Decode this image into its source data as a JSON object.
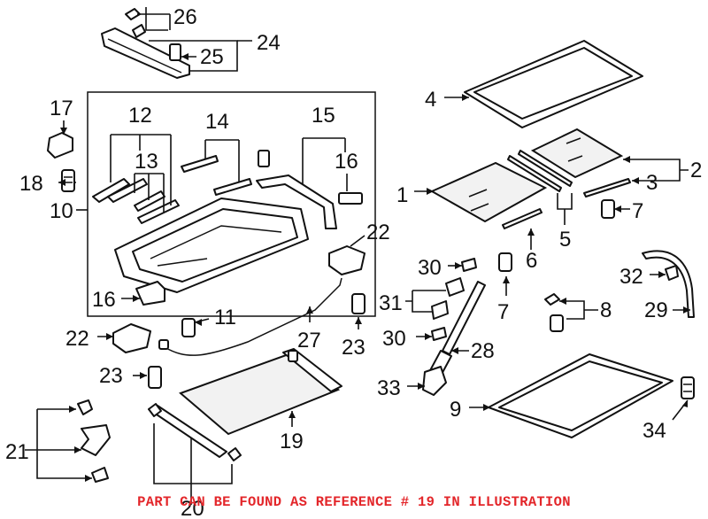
{
  "callouts": {
    "c1": "1",
    "c2": "2",
    "c3": "3",
    "c4": "4",
    "c5": "5",
    "c6": "6",
    "c7a": "7",
    "c7b": "7",
    "c8": "8",
    "c9": "9",
    "c10": "10",
    "c11": "11",
    "c12": "12",
    "c13": "13",
    "c14": "14",
    "c15": "15",
    "c16a": "16",
    "c16b": "16",
    "c17": "17",
    "c18": "18",
    "c19": "19",
    "c20": "20",
    "c21": "21",
    "c22a": "22",
    "c22b": "22",
    "c23a": "23",
    "c23b": "23",
    "c24": "24",
    "c25": "25",
    "c26": "26",
    "c27": "27",
    "c28": "28",
    "c29": "29",
    "c30a": "30",
    "c30b": "30",
    "c31": "31",
    "c32": "32",
    "c33": "33",
    "c34": "34"
  },
  "footer_note": "PART CAN BE FOUND AS REFERENCE # 19 IN ILLUSTRATION",
  "colors": {
    "footer": "#e3262a",
    "lines": "#111111",
    "background": "#ffffff"
  }
}
